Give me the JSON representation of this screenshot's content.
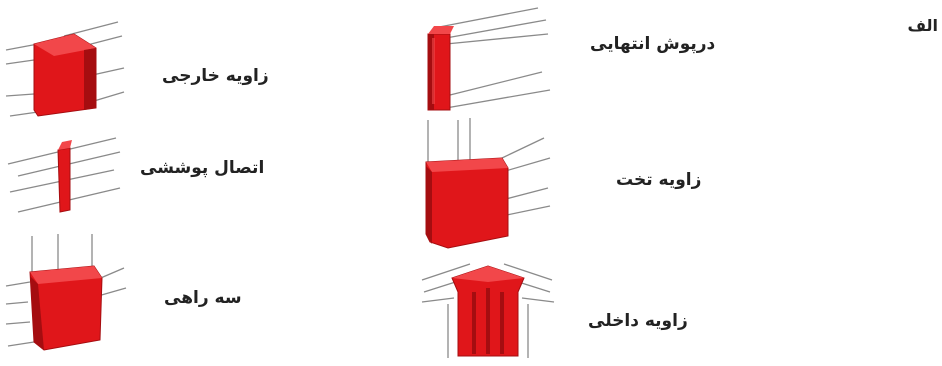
{
  "colors": {
    "fitting_red": "#e0161a",
    "fitting_shadow": "#a50d10",
    "fitting_highlight": "#f2474a",
    "duct_outline": "#8a8a8a",
    "text": "#222222"
  },
  "section_label": "الف",
  "items": [
    {
      "label": "درپوش انتهایی",
      "icon": "end-cap-icon"
    },
    {
      "label": "زاویه خارجی",
      "icon": "external-corner-icon"
    },
    {
      "label": "زاویه تخت",
      "icon": "flat-corner-icon"
    },
    {
      "label": "اتصال پوششی",
      "icon": "cover-joint-icon"
    },
    {
      "label": "زاویه داخلی",
      "icon": "internal-corner-icon"
    },
    {
      "label": "سه راهی",
      "icon": "tee-junction-icon"
    }
  ]
}
